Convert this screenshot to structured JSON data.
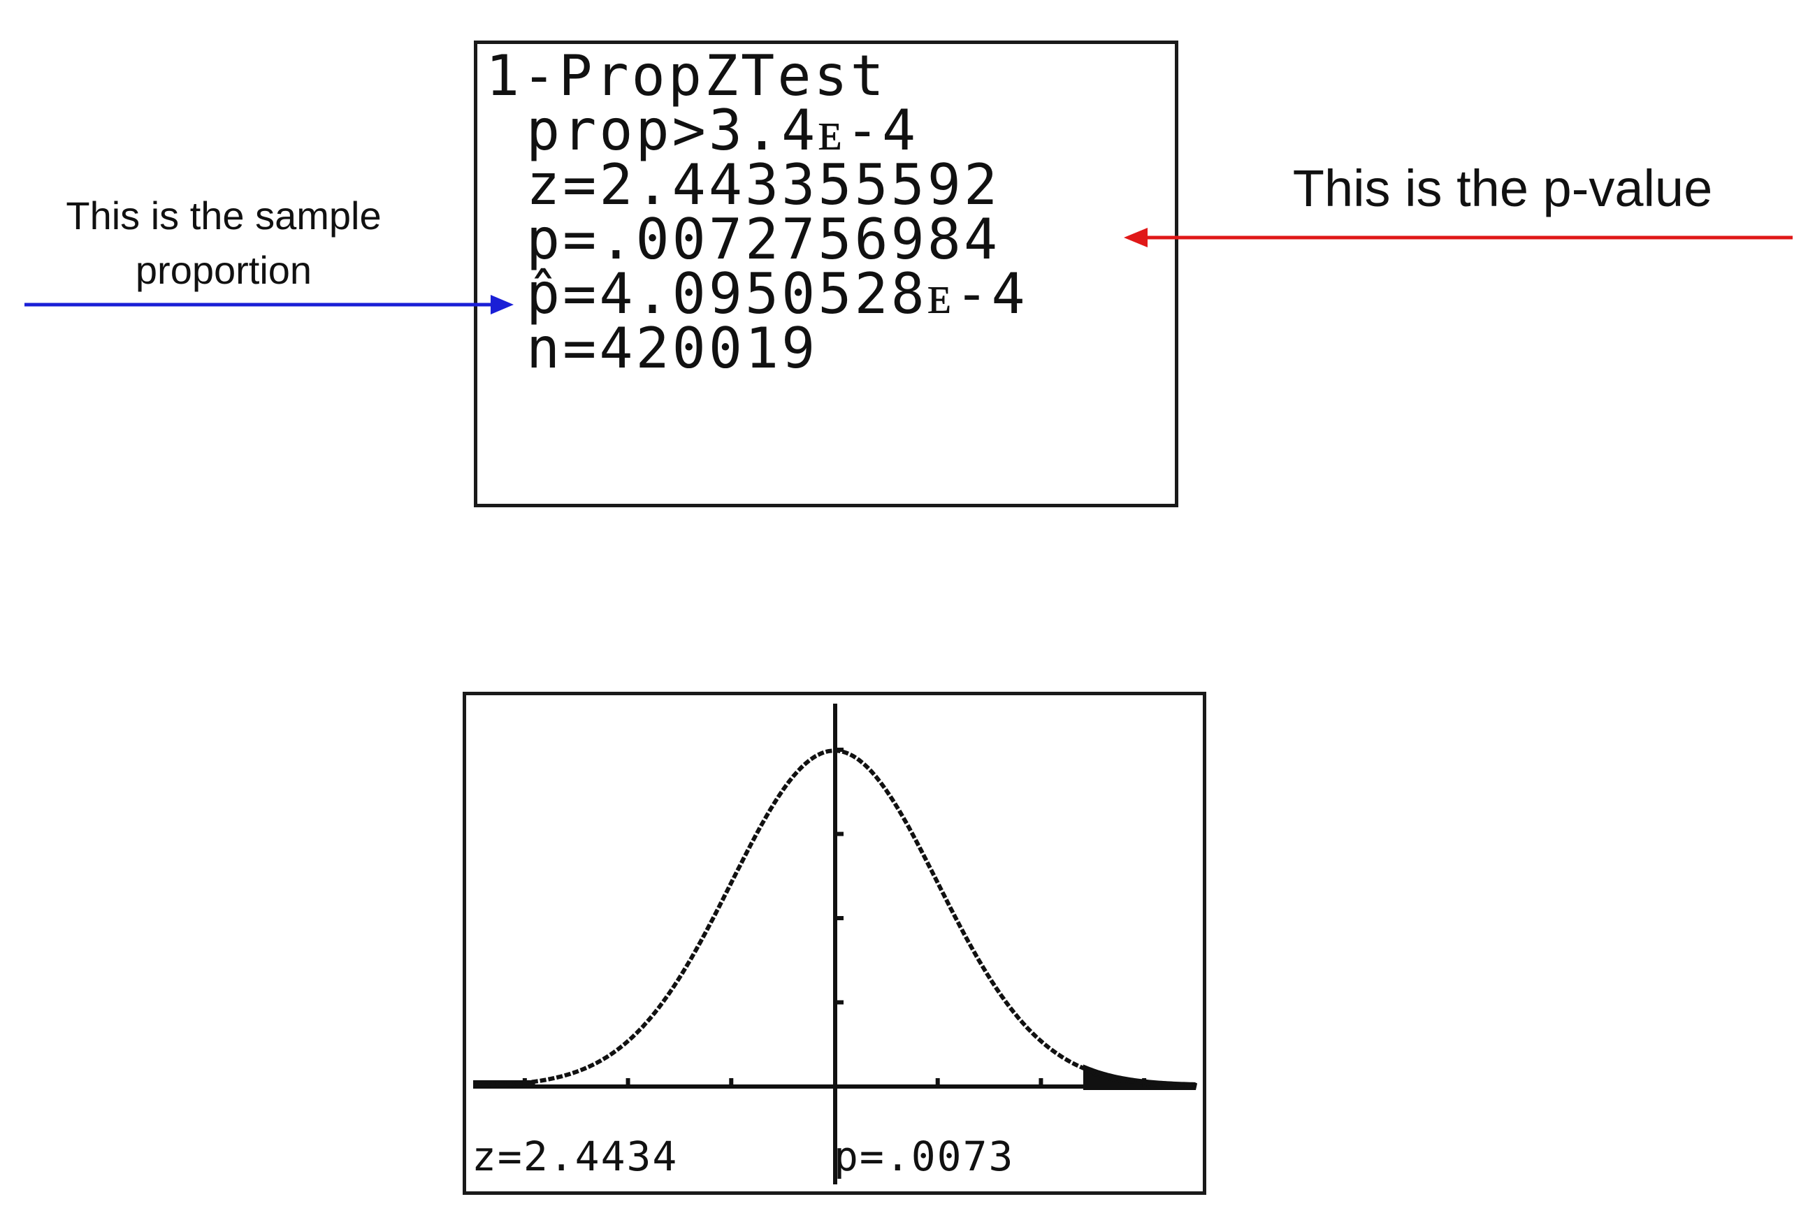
{
  "result_screen": {
    "lines": [
      "1-PropZTest",
      "prop>3.4ᴇ-4",
      "z=2.443355592",
      "p=.0072756984",
      "p̂=4.0950528ᴇ-4",
      "n=420019"
    ]
  },
  "annotations": {
    "sample_proportion": {
      "text": "This is the sample proportion",
      "arrow_color": "#1a1fd6"
    },
    "p_value": {
      "text": "This is the p-value",
      "arrow_color": "#e01818"
    }
  },
  "graph_screen": {
    "z_label": "z=2.4434",
    "p_label": "p=.0073"
  },
  "chart_data": {
    "type": "line",
    "series": [
      {
        "values_fn": "standard normal density"
      }
    ],
    "xlim": [
      -3.5,
      3.5
    ],
    "ylim": [
      0,
      0.4
    ],
    "shaded_region": {
      "from": 2.4434,
      "to": 3.5
    },
    "grid": false
  }
}
